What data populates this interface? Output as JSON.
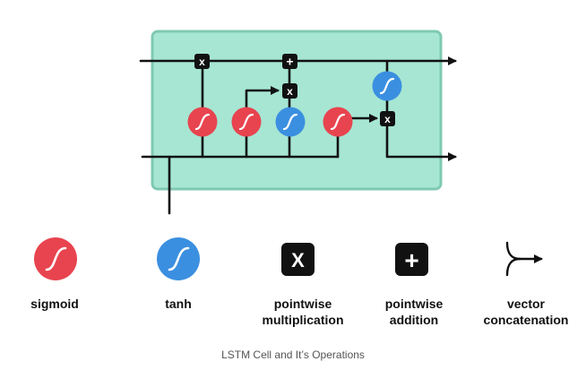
{
  "colors": {
    "cell_fill": "#a6e6d3",
    "cell_border": "#7fc9b2",
    "sigmoid": "#e8444f",
    "tanh": "#3b8fe0",
    "op_box": "#111111",
    "line": "#111111"
  },
  "gates": [
    {
      "kind": "sigmoid",
      "icon": "sigmoid-icon"
    },
    {
      "kind": "sigmoid",
      "icon": "sigmoid-icon"
    },
    {
      "kind": "tanh",
      "icon": "tanh-icon"
    },
    {
      "kind": "sigmoid",
      "icon": "sigmoid-icon"
    },
    {
      "kind": "tanh",
      "icon": "tanh-icon"
    }
  ],
  "operators": [
    {
      "kind": "multiply",
      "symbol": "x"
    },
    {
      "kind": "add",
      "symbol": "+"
    },
    {
      "kind": "multiply",
      "symbol": "x"
    },
    {
      "kind": "multiply",
      "symbol": "x"
    }
  ],
  "legend": [
    {
      "id": "sigmoid",
      "label": "sigmoid",
      "icon": "sigmoid-icon"
    },
    {
      "id": "tanh",
      "label": "tanh",
      "icon": "tanh-icon"
    },
    {
      "id": "multiply",
      "label": "pointwise\nmultiplication",
      "symbol": "X",
      "icon": "multiply-icon"
    },
    {
      "id": "add",
      "label": "pointwise\naddition",
      "symbol": "+",
      "icon": "plus-icon"
    },
    {
      "id": "concat",
      "label": "vector\nconcatenation",
      "icon": "concatenation-icon"
    }
  ],
  "caption": "LSTM Cell and It’s Operations"
}
